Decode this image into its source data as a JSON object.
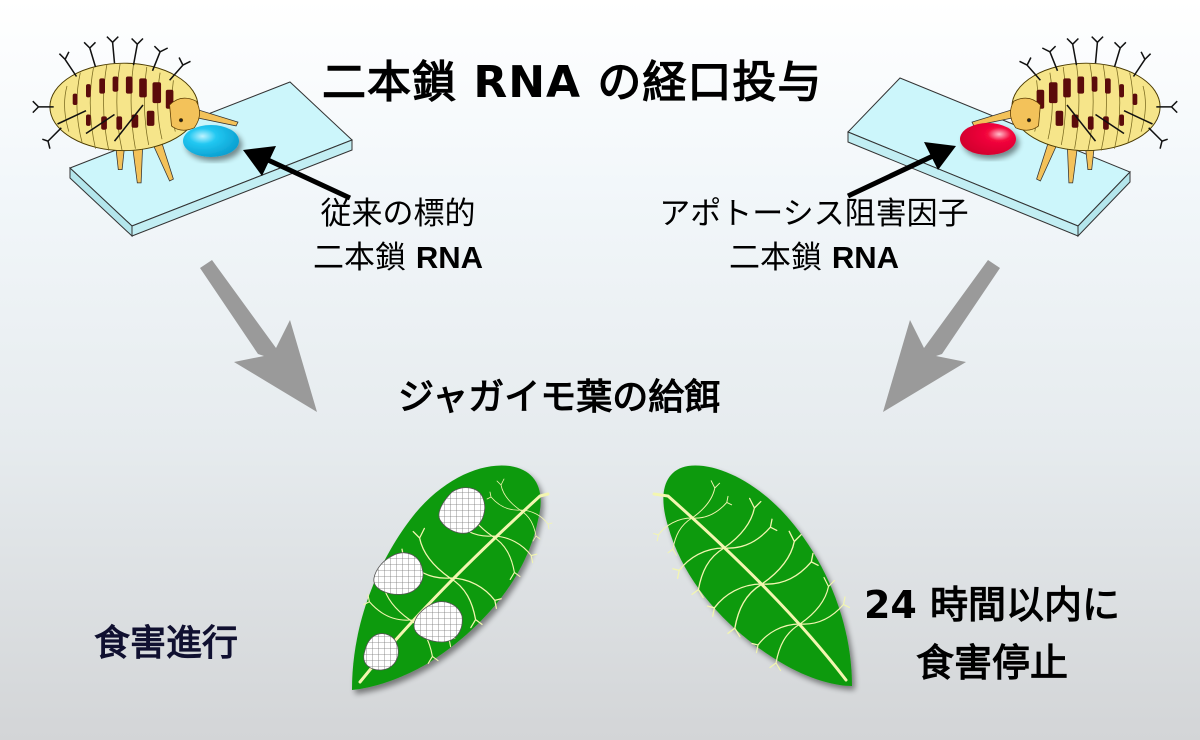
{
  "title": "二本鎖 RNA の経口投与",
  "left_panel": {
    "label_line1": "従来の標的",
    "label_line2_prefix": "二本鎖 ",
    "label_line2_bold": "RNA",
    "droplet_color": "#11c4f0"
  },
  "right_panel": {
    "label_line1": "アポトーシス阻害因子",
    "label_line2_prefix": "二本鎖 ",
    "label_line2_bold": "RNA",
    "droplet_color": "#f2003a"
  },
  "step": "ジャガイモ葉の給餌",
  "left_result": "食害進行",
  "right_result": {
    "line1": "24 時間以内に",
    "line2": "食害停止"
  },
  "colors": {
    "leaf": "#0f9a0f",
    "vein": "#f3f6b0",
    "slide": "#ccf6fb",
    "arrow_gray": "#9a9a9a",
    "larva_body": "#f6e58a",
    "larva_stripe": "#5b0b0b",
    "larva_legs": "#f3c25a"
  }
}
